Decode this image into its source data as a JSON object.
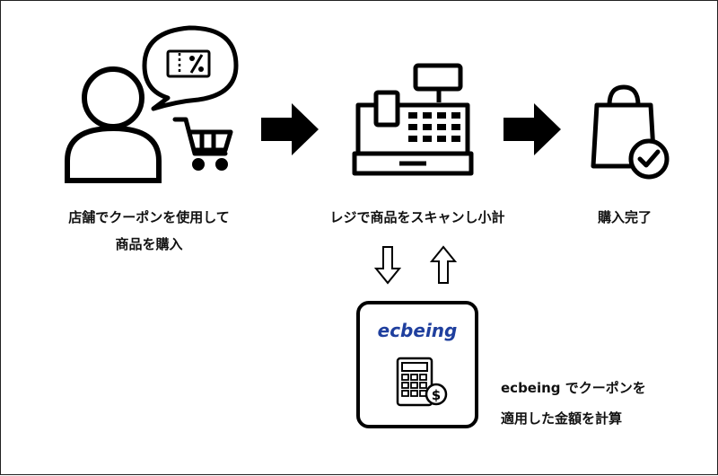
{
  "steps": {
    "customer": {
      "line1": "店舗でクーポンを使用して",
      "line2": "商品を購入"
    },
    "register": {
      "line1": "レジで商品をスキャンし小計"
    },
    "complete": {
      "line1": "購入完了"
    }
  },
  "ecbeing": {
    "logo_text": "ecbeing",
    "logo_color": "#1f3f9e",
    "desc_line1": "ecbeing でクーポンを",
    "desc_line2": "適用した金額を計算"
  },
  "icons": {
    "coupon": "percent",
    "currency": "$"
  }
}
